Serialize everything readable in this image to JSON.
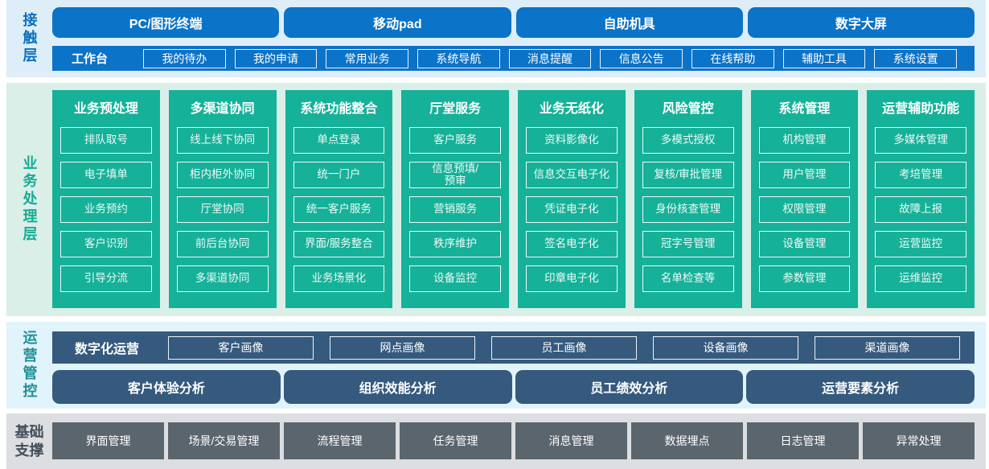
{
  "layers": {
    "contact": {
      "label": "接触层",
      "channels": [
        "PC/图形终端",
        "移动pad",
        "自助机具",
        "数字大屏"
      ],
      "workbench": {
        "label": "工作台",
        "items": [
          "我的待办",
          "我的申请",
          "常用业务",
          "系统导航",
          "消息提醒",
          "信息公告",
          "在线帮助",
          "辅助工具",
          "系统设置"
        ]
      }
    },
    "business": {
      "label": "业务处理层",
      "columns": [
        {
          "title": "业务预处理",
          "items": [
            "排队取号",
            "电子填单",
            "业务预约",
            "客户识别",
            "引导分流"
          ]
        },
        {
          "title": "多渠道协同",
          "items": [
            "线上线下协同",
            "柜内柜外协同",
            "厅堂协同",
            "前后台协同",
            "多渠道协同"
          ]
        },
        {
          "title": "系统功能整合",
          "items": [
            "单点登录",
            "统一门户",
            "统一客户服务",
            "界面/服务整合",
            "业务场景化"
          ]
        },
        {
          "title": "厅堂服务",
          "items": [
            "客户服务",
            "信息预填/\n预审",
            "营销服务",
            "秩序维护",
            "设备监控"
          ]
        },
        {
          "title": "业务无纸化",
          "items": [
            "资料影像化",
            "信息交互电子化",
            "凭证电子化",
            "签名电子化",
            "印章电子化"
          ]
        },
        {
          "title": "风险管控",
          "items": [
            "多模式授权",
            "复核/审批管理",
            "身份核查管理",
            "冠字号管理",
            "名单检查等"
          ]
        },
        {
          "title": "系统管理",
          "items": [
            "机构管理",
            "用户管理",
            "权限管理",
            "设备管理",
            "参数管理"
          ]
        },
        {
          "title": "运营辅助功能",
          "items": [
            "多媒体管理",
            "考培管理",
            "故障上报",
            "运营监控",
            "运维监控"
          ]
        }
      ]
    },
    "operation": {
      "label": "运营管控",
      "digital_ops": {
        "label": "数字化运营",
        "items": [
          "客户画像",
          "网点画像",
          "员工画像",
          "设备画像",
          "渠道画像"
        ]
      },
      "analysis": [
        "客户体验分析",
        "组织效能分析",
        "员工绩效分析",
        "运营要素分析"
      ]
    },
    "foundation": {
      "label": "基础支撑",
      "items": [
        "界面管理",
        "场景/交易管理",
        "流程管理",
        "任务管理",
        "消息管理",
        "数据埋点",
        "日志管理",
        "异常处理"
      ]
    }
  },
  "colors": {
    "blue": "#0b73c8",
    "green": "#16b199",
    "dark_blue": "#355a7e",
    "gray": "#5b656e",
    "contact_bg": "#ddeef9",
    "business_bg": "#d9efe8",
    "operation_bg": "#e1f3fb",
    "foundation_bg": "#dcdee1",
    "contact_label": "#0b6fc1",
    "business_label": "#16ab93",
    "operation_label": "#1f8f97",
    "foundation_label": "#454f5a"
  }
}
